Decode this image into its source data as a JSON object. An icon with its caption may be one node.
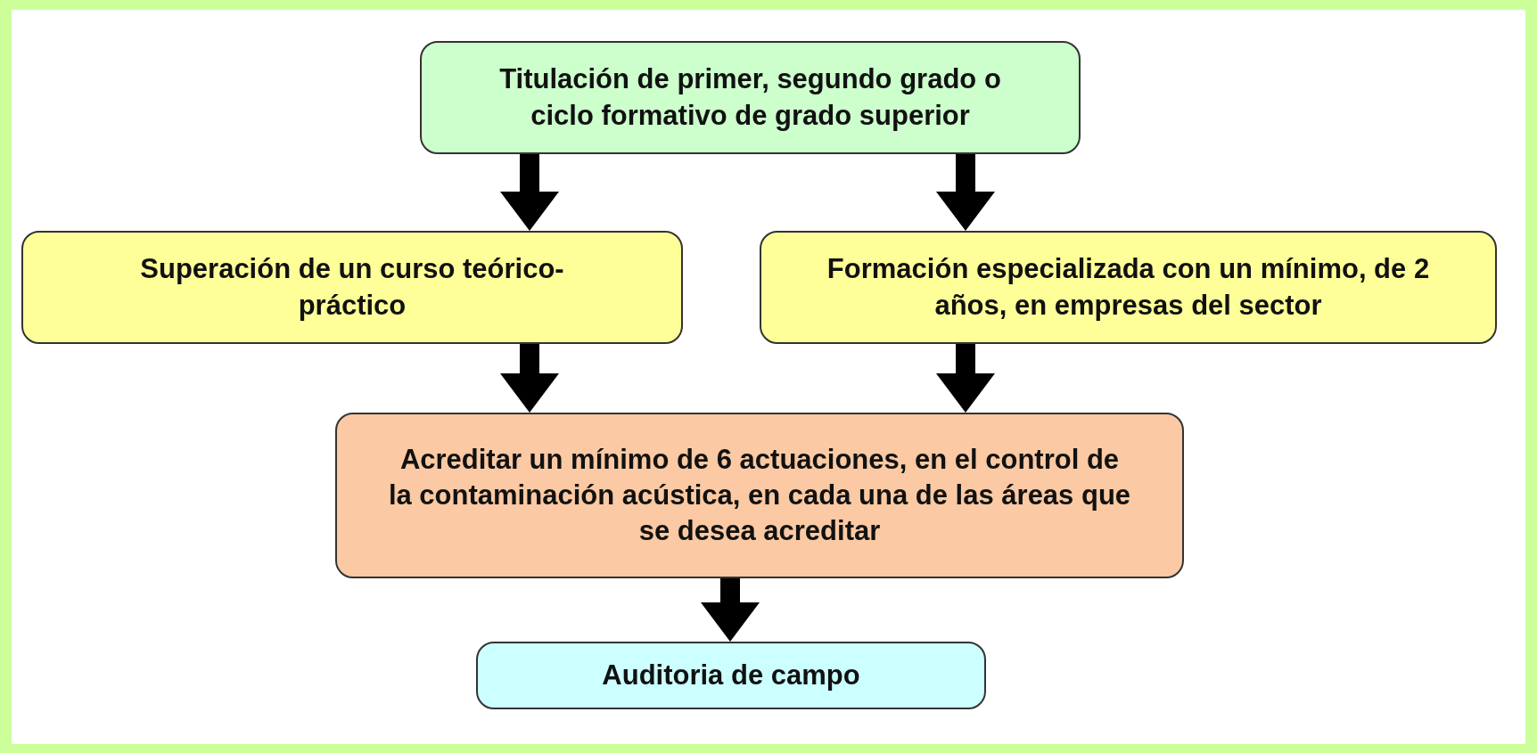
{
  "diagram": {
    "nodes": [
      {
        "text": [
          "Titulación de primer, segundo grado o ciclo formativo de grado superior"
        ]
      },
      {
        "text": [
          "Superación de un curso teórico-práctico"
        ]
      },
      {
        "text": [
          "Formación especializada con un mínimo, de 2 años, en empresas del sector"
        ]
      },
      {
        "text": [
          "Acreditar un mínimo de 6 actuaciones, en el control de la contaminación acústica, en cada una de las áreas que se desea acreditar"
        ]
      },
      {
        "text": [
          "Auditoria de campo"
        ]
      }
    ],
    "edges": [
      {
        "from": 0,
        "to": 1,
        "arrow": "to"
      },
      {
        "from": 0,
        "to": 2,
        "arrow": "to"
      },
      {
        "from": 1,
        "to": 3,
        "arrow": "to"
      },
      {
        "from": 2,
        "to": 3,
        "arrow": "to"
      },
      {
        "from": 3,
        "to": 4,
        "arrow": "to"
      }
    ]
  }
}
